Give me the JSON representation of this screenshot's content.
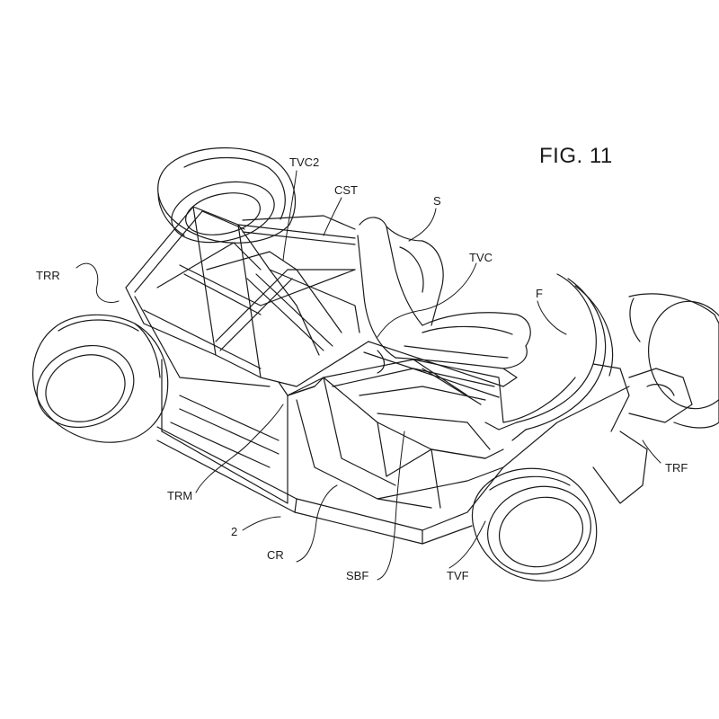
{
  "page": {
    "figure_label": "FIG. 11"
  },
  "labels": {
    "tvc2": "TVC2",
    "cst": "CST",
    "s": "S",
    "tvc": "TVC",
    "f": "F",
    "trr": "TRR",
    "trm": "TRM",
    "two": "2",
    "cr": "CR",
    "sbf": "SBF",
    "tvf": "TVF",
    "trf": "TRF"
  }
}
